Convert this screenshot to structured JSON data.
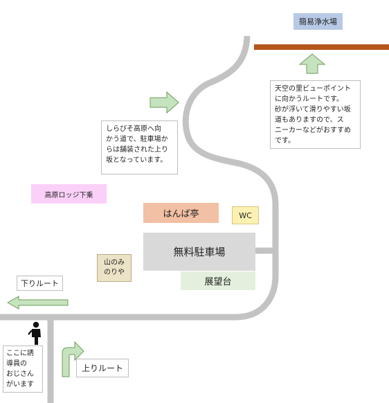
{
  "colors": {
    "road": "#c3c3c3",
    "brown_road": "#b5561b",
    "arrow_fill": "#c6e3bf",
    "arrow_stroke": "#6f9d59",
    "water": "#b7c9e6",
    "hannba": "#f2c0a4",
    "wc": "#fcf1b3",
    "parking": "#d9d9d9",
    "observation": "#e4f0dd",
    "lodge": "#fbd0f8",
    "yama": "#ece2c6"
  },
  "labels": {
    "water_station": "簡易浄水場",
    "sky_note": "天空の里ビューポイント\nに向かうルートです。\n砂が浮いて滑りやすい坂\n道もありますので、ス\nニーカーなどがおすすめ\nです。",
    "shirabiso_note": "しらびそ高原へ向\nかう道で、駐車場か\nらは舗装された上り\n坂となっています。",
    "lodge_stop": "高原ロッジ下乗",
    "hannba": "はんば亭",
    "wc": "WC",
    "parking": "無料駐車場",
    "observation": "展望台",
    "yamanominoriya": "山のみ\nのりや",
    "down_route": "下りルート",
    "up_route": "上りルート",
    "guide_note": "ここに誘\n導員の\nおじさん\nがいます"
  },
  "icons": {
    "person": "person-icon",
    "arrow_up": "arrow-up-icon",
    "arrow_right": "arrow-right-icon",
    "arrow_left": "arrow-left-icon",
    "arrow_bent": "bent-arrow-icon"
  }
}
